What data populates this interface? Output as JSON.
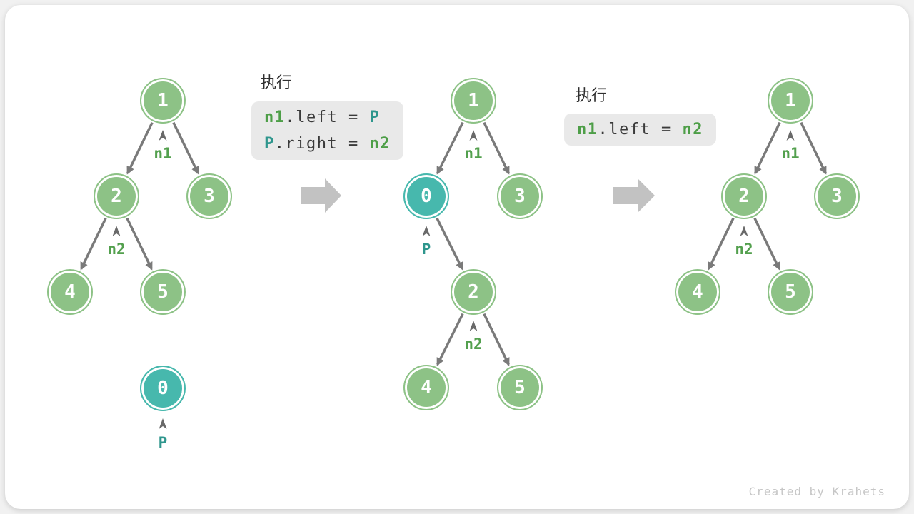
{
  "palette": {
    "node_green": "#8dc286",
    "node_teal": "#47b8ad",
    "label_green": "#53a04e",
    "label_teal": "#2e968d",
    "code_green": "#4d9e47",
    "code_teal": "#2e968d",
    "edge_gray": "#7a7a7a",
    "transition_arrow_gray": "#c2c2c2",
    "code_bg": "#e9e9e9",
    "canvas_bg": "#ffffff",
    "page_bg": "#f1f1f1"
  },
  "trees": [
    {
      "name": "before-insertion",
      "nodes": [
        "1",
        "2",
        "3",
        "4",
        "5",
        "0"
      ],
      "pointers": [
        "n1",
        "n2",
        "P"
      ]
    },
    {
      "name": "after-step-1",
      "nodes": [
        "1",
        "0",
        "3",
        "2",
        "4",
        "5"
      ],
      "pointers": [
        "n1",
        "P",
        "n2"
      ]
    },
    {
      "name": "after-step-2",
      "nodes": [
        "1",
        "2",
        "3",
        "4",
        "5"
      ],
      "pointers": [
        "n1",
        "n2"
      ]
    }
  ],
  "code_blocks": [
    {
      "title": "执行",
      "lines": [
        [
          {
            "t": "n1",
            "c": "green"
          },
          {
            "t": ".left = ",
            "c": "plain"
          },
          {
            "t": "P",
            "c": "teal"
          }
        ],
        [
          {
            "t": "P",
            "c": "teal"
          },
          {
            "t": ".right = ",
            "c": "plain"
          },
          {
            "t": "n2",
            "c": "green"
          }
        ]
      ]
    },
    {
      "title": "执行",
      "lines": [
        [
          {
            "t": "n1",
            "c": "green"
          },
          {
            "t": ".left = ",
            "c": "plain"
          },
          {
            "t": "n2",
            "c": "green"
          }
        ]
      ]
    }
  ],
  "watermark": "Created by Krahets"
}
